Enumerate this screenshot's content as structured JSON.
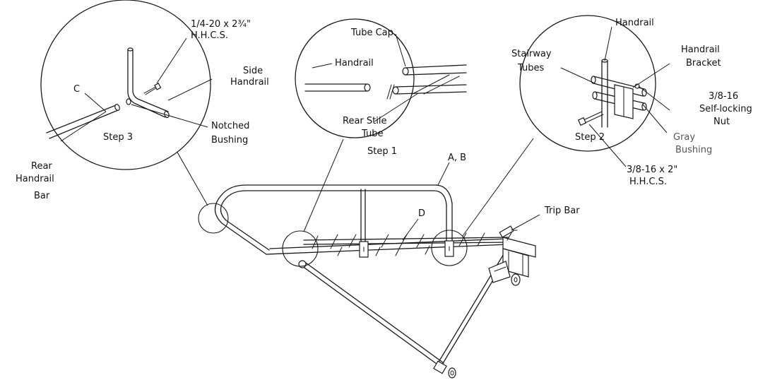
{
  "labels": {
    "hhcs_quarter": [
      "1/4-20 x 2³⁄₄\"",
      "H.H.C.S."
    ],
    "side_handrail": [
      "Side",
      "Handrail"
    ],
    "c": "C",
    "rear_handrail_bar": [
      "Rear",
      "Handrail",
      "Bar"
    ],
    "step3": "Step 3",
    "notched_bushing": [
      "Notched",
      "Bushing"
    ],
    "tube_cap": "Tube Cap",
    "handrail_step1": "Handrail",
    "rear_stile_tube": [
      "Rear Stile",
      "Tube"
    ],
    "step1": "Step 1",
    "a_b": "A, B",
    "handrail_step2": "Handrail",
    "stairway_tubes": [
      "Stairway",
      "Tubes"
    ],
    "handrail_bracket": [
      "Handrail",
      "Bracket"
    ],
    "self_locking_nut": [
      "3/8-16",
      "Self-locking",
      "Nut"
    ],
    "step2": "Step 2",
    "gray_bushing": [
      "Gray",
      "Bushing"
    ],
    "hhcs_38": [
      "3/8-16 x 2\"",
      "H.H.C.S."
    ],
    "d": "D",
    "trip_bar": "Trip Bar"
  },
  "colors": {
    "line": "#1a1a1a",
    "text": "#111111",
    "gray_text": "#555555"
  }
}
